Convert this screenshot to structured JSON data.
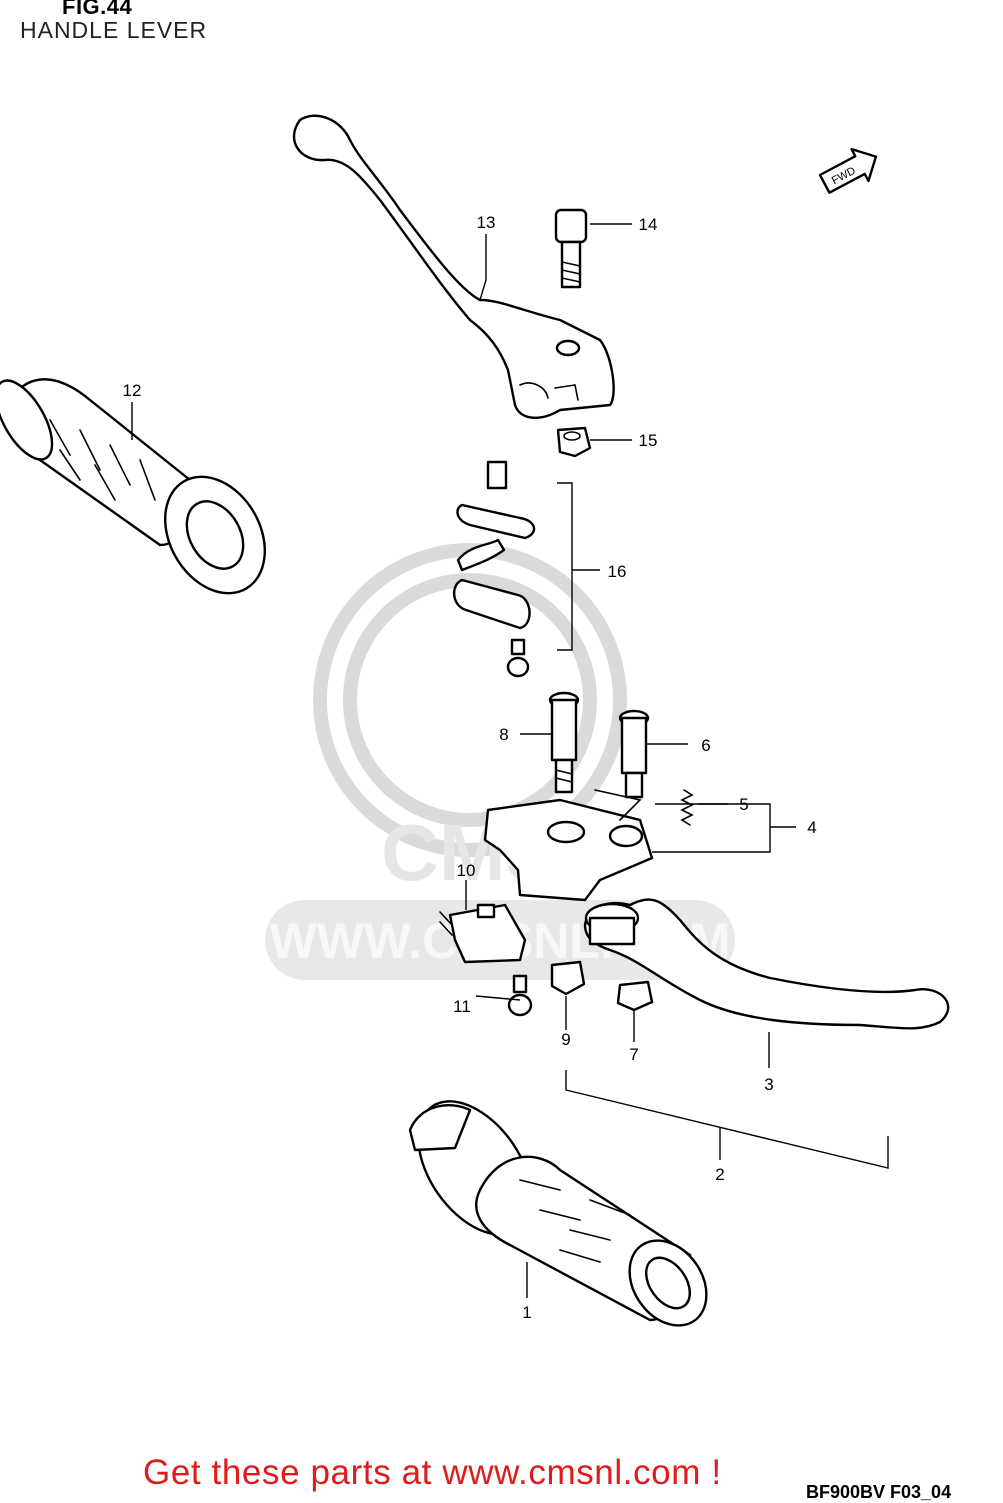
{
  "figure": {
    "number": "FIG.44",
    "title": "HANDLE LEVER"
  },
  "diagram_code": "BF900BV F03_04",
  "watermark": {
    "text": "WWW.CMSNL.COM",
    "logo_text": "CMS"
  },
  "promo": {
    "text": "Get these parts at www.cmsnl.com !",
    "color": "#e01b1b"
  },
  "direction_badge": {
    "label": "FWD",
    "icon": "arrow-right-icon"
  },
  "callouts": [
    "1",
    "2",
    "3",
    "4",
    "5",
    "6",
    "7",
    "8",
    "9",
    "10",
    "11",
    "12",
    "13",
    "14",
    "15",
    "16"
  ]
}
